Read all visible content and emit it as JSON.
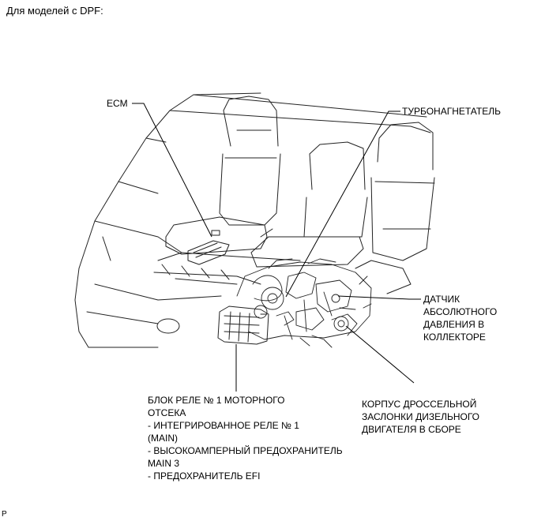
{
  "heading": "Для моделей с DPF:",
  "figure_id": "P",
  "callouts": {
    "ecm": "ECM",
    "turbo": "ТУРБОНАГНЕТАТЕЛЬ",
    "map_sensor": [
      "ДАТЧИК",
      "АБСОЛЮТНОГО",
      "ДАВЛЕНИЯ В",
      "КОЛЛЕКТОРЕ"
    ],
    "relay_block": [
      "БЛОК РЕЛЕ № 1 МОТОРНОГО",
      "ОТСЕКА",
      "- ИНТЕГРИРОВАННОЕ РЕЛЕ № 1",
      "(MAIN)",
      "- ВЫСОКОАМПЕРНЫЙ ПРЕДОХРАНИТЕЛЬ",
      "MAIN 3",
      "- ПРЕДОХРАНИТЕЛЬ EFI"
    ],
    "throttle_body": [
      "КОРПУС ДРОССЕЛЬНОЙ",
      "ЗАСЛОНКИ ДИЗЕЛЬНОГО",
      "ДВИГАТЕЛЯ В СБОРЕ"
    ]
  }
}
